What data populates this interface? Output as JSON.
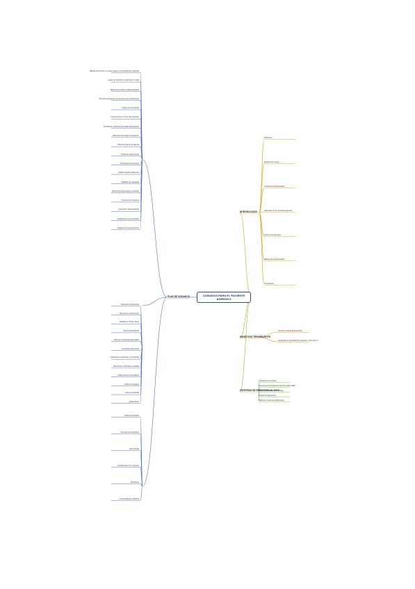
{
  "root": "CUIDADOS PARA EL PACIENTE AGRESIVO",
  "colors": {
    "left": "#4a6fc0",
    "intro": "#d9a21e",
    "objetivos": "#e08e2a",
    "criterios": "#7ac043",
    "root_border": "#2b4a7a"
  },
  "left_branch": {
    "title": "PLAN DE CUIDADOS",
    "top_items": [
      "Manejo del entorno: el mejor lugar es una habitacion tranquila",
      "Lograr un clima de comprension mutua",
      "Mantener la calma, hablar despacio",
      "Permitir al paciente que exprese sus sentimientos",
      "Observar la conducta",
      "Intervencion en crisis: dar opciones",
      "Evaluacion continua del estado del paciente",
      "Valoracion del riesgo de agresion",
      "Observar signos de alarma",
      "Proteccion del entorno",
      "Prevencion de lesiones",
      "Retirar objetos peligrosos",
      "Medidas de seguridad",
      "Restriccion fisica segun protocolo",
      "Contencion mecanica",
      "Contencion farmacologica",
      "Evaluacion tras el episodio",
      "Registro de la intervencion"
    ],
    "middle_items": [
      "Escuchar activamente",
      "Reconocer sentimientos",
      "Establecer limites claros",
      "Ofrecer alternativas",
      "Reforzar conductas adecuadas",
      "Fomentar autocontrol",
      "Educacion al paciente y a la familia",
      "Administrar medicacion pautada",
      "Vigilar efectos secundarios",
      "Informar al equipo",
      "Apoyo emocional",
      "Seguimiento"
    ],
    "bottom_items": [
      "Reducir estimulos",
      "Acompanar al paciente",
      "Plan de alta",
      "Coordinacion con el equipo",
      "Derivacion",
      "Continuidad de cuidados"
    ]
  },
  "right_branches": [
    {
      "title": "INTRODUCCION",
      "items": [
        "Definicion",
        "Factores de riesgo",
        "Causas de la agresividad",
        "Valoracion de la conducta agresiva",
        "Fases de la agresion",
        "Manejo de la agresividad",
        "Tratamiento"
      ]
    },
    {
      "title": "OBJETIVOS TERAPEUTICOS",
      "items": [
        "Prevenir conductas agresivas",
        "Garantizar la seguridad del paciente y del entorno"
      ]
    },
    {
      "title": "CRITERIOS DE RESULTADO AL ALTA",
      "items": [
        "Controla sus impulsos",
        "Expresa sus sentimientos de forma adecuada",
        "Identifica situaciones de riesgo",
        "Acepta el tratamiento",
        "Mantiene relaciones adecuadas"
      ]
    }
  ]
}
